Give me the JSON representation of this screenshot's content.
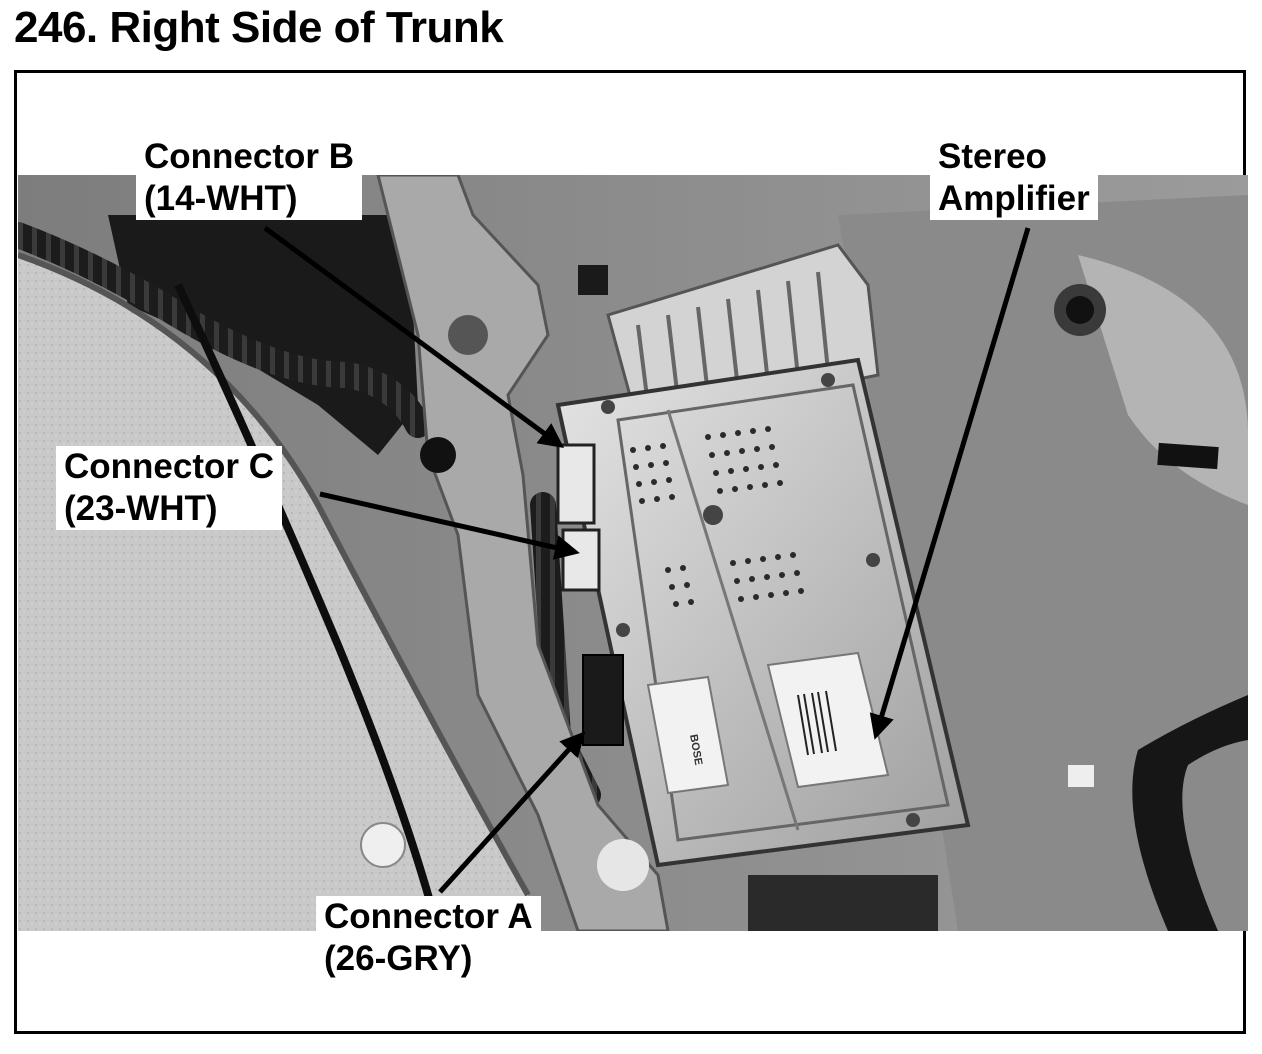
{
  "page": {
    "title": "246. Right Side of Trunk"
  },
  "callouts": {
    "connector_b": {
      "name": "Connector B",
      "spec": "(14-WHT)"
    },
    "connector_c": {
      "name": "Connector C",
      "spec": "(23-WHT)"
    },
    "connector_a": {
      "name": "Connector A",
      "spec": "(26-GRY)"
    },
    "amplifier": {
      "line1": "Stereo",
      "line2": "Amplifier"
    }
  },
  "amplifier_brand": "BOSE"
}
